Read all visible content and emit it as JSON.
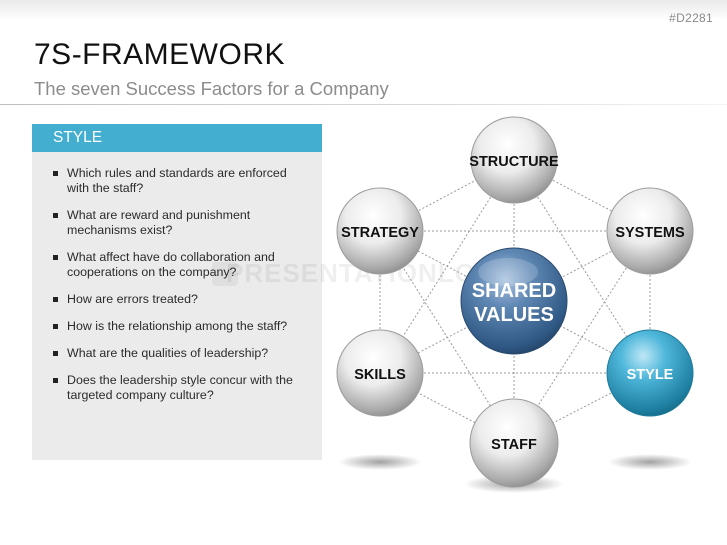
{
  "header": {
    "code": "#D2281",
    "title": "7S-FRAMEWORK",
    "subtitle": "The seven Success Factors for a Company"
  },
  "panel": {
    "heading": "STYLE",
    "bullets": [
      "Which rules and standards are enforced with the staff?",
      "What are reward and punishment mechanisms exist?",
      "What affect have do collaboration and cooperations on the company?",
      "How are errors treated?",
      "How is the relationship among the staff?",
      "What are the qualities of leadership?",
      "Does the leadership style concur with the targeted company culture?"
    ]
  },
  "watermark": "PRESENTATIONLOAD",
  "diagram": {
    "center": {
      "line1": "SHARED",
      "line2": "VALUES"
    },
    "nodes": [
      {
        "id": "structure",
        "label": "STRUCTURE",
        "highlighted": false
      },
      {
        "id": "systems",
        "label": "SYSTEMS",
        "highlighted": false
      },
      {
        "id": "style",
        "label": "STYLE",
        "highlighted": true
      },
      {
        "id": "staff",
        "label": "STAFF",
        "highlighted": false
      },
      {
        "id": "skills",
        "label": "SKILLS",
        "highlighted": false
      },
      {
        "id": "strategy",
        "label": "STRATEGY",
        "highlighted": false
      }
    ],
    "colors": {
      "accent": "#44aed0",
      "center": "#3f6ea0",
      "sphere": "#d8d8d8"
    }
  }
}
